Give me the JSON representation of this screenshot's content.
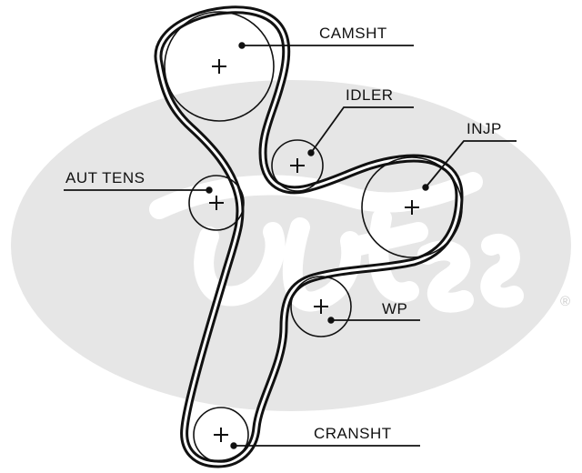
{
  "diagram": {
    "labels": {
      "camshaft": "CAMSHT",
      "idler": "IDLER",
      "injection_pump": "INJP",
      "auto_tensioner": "AUT TENS",
      "water_pump": "WP",
      "crankshaft": "CRANSHT"
    },
    "watermark": {
      "brand": "Gates",
      "registered_mark": "®"
    },
    "colors": {
      "belt": "#111111",
      "pulley": "#111111",
      "watermark": "#e6e6e6",
      "background": "#ffffff"
    }
  }
}
